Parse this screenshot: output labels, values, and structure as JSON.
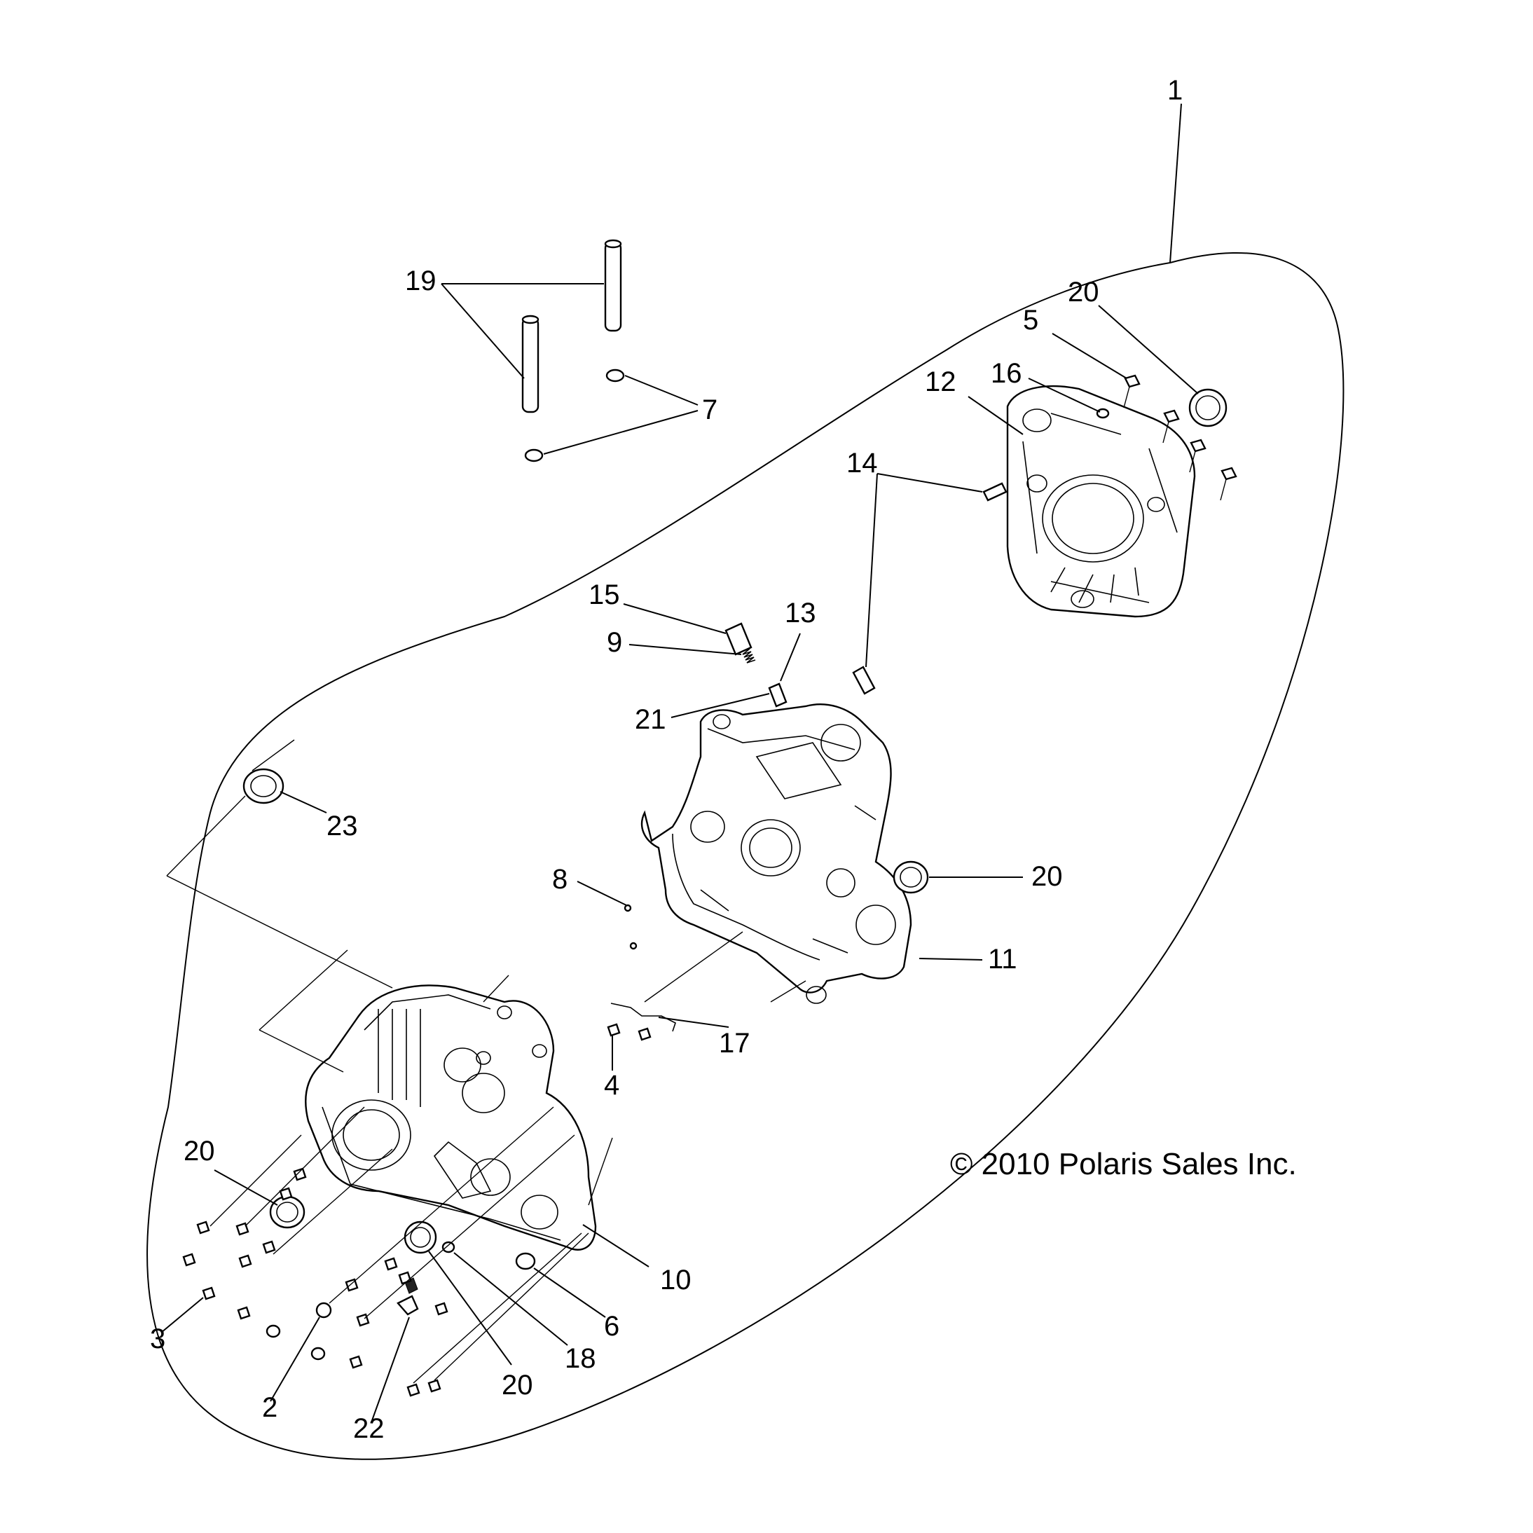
{
  "callouts": {
    "n1": "1",
    "n2": "2",
    "n3": "3",
    "n4": "4",
    "n5": "5",
    "n6": "6",
    "n7": "7",
    "n8": "8",
    "n9": "9",
    "n10": "10",
    "n11": "11",
    "n12": "12",
    "n13": "13",
    "n14": "14",
    "n15": "15",
    "n16": "16",
    "n17": "17",
    "n18": "18",
    "n19": "19",
    "n20a": "20",
    "n20b": "20",
    "n20c": "20",
    "n20d": "20",
    "n21": "21",
    "n22": "22",
    "n23": "23"
  },
  "copyright": "© 2010 Polaris Sales Inc."
}
